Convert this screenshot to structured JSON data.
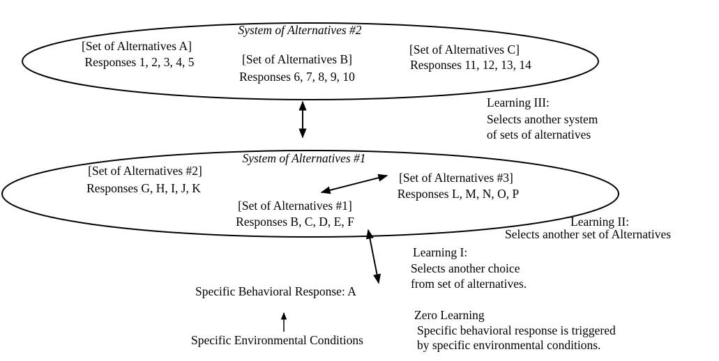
{
  "system2": {
    "title": "System of Alternatives #2",
    "setA": {
      "label": "[Set of Alternatives A]",
      "responses": "Responses 1, 2, 3, 4, 5"
    },
    "setB": {
      "label": "[Set of Alternatives B]",
      "responses": "Responses 6, 7, 8, 9, 10"
    },
    "setC": {
      "label": "[Set of Alternatives C]",
      "responses": "Responses 11, 12, 13, 14"
    }
  },
  "system1": {
    "title": "System of Alternatives #1",
    "set2": {
      "label": "[Set of Alternatives #2]",
      "responses": "Responses G, H, I, J, K"
    },
    "set3": {
      "label": "[Set of Alternatives #3]",
      "responses": "Responses L, M, N, O, P"
    },
    "set1": {
      "label": "[Set of Alternatives #1]",
      "responses": "Responses B, C, D, E, F"
    }
  },
  "learning3": {
    "title": "Learning III:",
    "line1": "Selects another system",
    "line2": "of sets of alternatives"
  },
  "learning2": {
    "title": "Learning II:",
    "line1": "Selects another set of Alternatives"
  },
  "learning1": {
    "title": "Learning I:",
    "line1": "Selects another choice",
    "line2": "from set of alternatives."
  },
  "zero": {
    "title": "Zero Learning",
    "line1": "Specific behavioral response is triggered",
    "line2": "by specific environmental conditions."
  },
  "response": "Specific Behavioral Response:  A",
  "conditions": "Specific Environmental Conditions"
}
